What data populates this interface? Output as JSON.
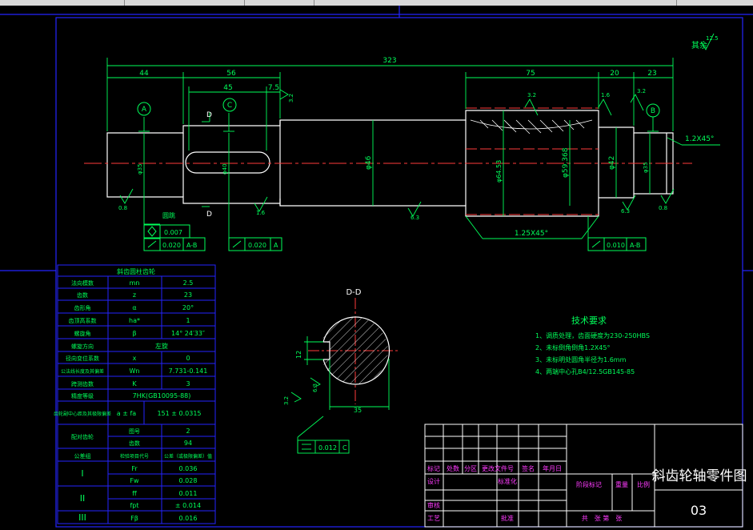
{
  "dims": {
    "overall": "323",
    "d44": "44",
    "d56": "56",
    "d45": "45",
    "d7_5": "7.5",
    "d75": "75",
    "d20": "20",
    "d23": "23",
    "dia_left": "φ35",
    "dia_key": "φ40",
    "dia_mid": "φ46",
    "dia_gear_tip": "φ64.53",
    "dia_gear_root": "φ59.368",
    "dia_right": "φ42",
    "dia_end": "φ35",
    "chamfer_right": "1.2X45°",
    "chamfer_gear": "1.25X45°",
    "rough_3_2_a": "3.2",
    "rough_3_2_b": "3.2",
    "rough_1_6": "1.6",
    "rough_3_2_c": "3.2",
    "rough_0_8_a": "0.8",
    "rough_1_6_b": "1.6",
    "rough_6_3_a": "6.3",
    "rough_6_3_b": "6.3",
    "rough_0_8_b": "0.8",
    "rest_label": "其余",
    "rest_value": "12.5",
    "circ_a": "A",
    "circ_c": "C",
    "circ_b": "B",
    "sec_d_top": "D",
    "sec_d_bot": "D"
  },
  "tolerances": {
    "runout_label": "圆跳",
    "runout_value": "0.007",
    "tol1_value": "0.020",
    "tol1_datum": "A-B",
    "tol2_value": "0.020",
    "tol2_datum": "A",
    "tol3_value": "0.010",
    "tol3_datum": "A-B"
  },
  "gear_table": {
    "title": "斜齿圆柱齿轮",
    "rows": [
      {
        "label": "法向模数",
        "sym": "mn",
        "val": "2.5"
      },
      {
        "label": "齿数",
        "sym": "z",
        "val": "23"
      },
      {
        "label": "齿形角",
        "sym": "α",
        "val": "20°"
      },
      {
        "label": "齿顶高系数",
        "sym": "ha*",
        "val": "1"
      },
      {
        "label": "螺旋角",
        "sym": "β",
        "val": "14° 24′33″"
      },
      {
        "label": "螺旋方向",
        "sym": "",
        "val": "左旋"
      },
      {
        "label": "径向变位系数",
        "sym": "x",
        "val": "0"
      },
      {
        "label": "公法线长度及其偏差",
        "sym": "Wn",
        "val": "7.731-0.141"
      },
      {
        "label": "跨测齿数",
        "sym": "K",
        "val": "3"
      },
      {
        "label": "精度等级",
        "sym": "",
        "val": "7HK(GB10095-88)"
      }
    ],
    "center_label": "齿轮副中心距及其极限偏差",
    "center_sym": "a ± fa",
    "center_val": "151 ± 0.0315",
    "pair_label": "配对齿轮",
    "pair_rows": [
      {
        "sym": "图号",
        "val": "2"
      },
      {
        "sym": "齿数",
        "val": "94"
      }
    ],
    "group_header": {
      "label": "公差组",
      "sym": "检验项目代号",
      "val": "公差（或极限偏差）值"
    },
    "groups": [
      {
        "name": "I",
        "rows": [
          {
            "sym": "Fr",
            "val": "0.036"
          },
          {
            "sym": "Fw",
            "val": "0.028"
          }
        ]
      },
      {
        "name": "II",
        "rows": [
          {
            "sym": "ff",
            "val": "0.011"
          },
          {
            "sym": "fpt",
            "val": "± 0.014"
          }
        ]
      },
      {
        "name": "III",
        "rows": [
          {
            "sym": "Fβ",
            "val": "0.016"
          }
        ]
      }
    ]
  },
  "section": {
    "title": "D-D",
    "dim_width": "12",
    "dim_depth": "35",
    "rough_a": "3.2",
    "rough_b": "6.3",
    "tol_value": "0.012",
    "tol_datum": "C"
  },
  "requirements": {
    "title": "技术要求",
    "items": [
      "1、调质处理，齿面硬度为230-250HBS",
      "2、未标倒角倒角1.2X45°",
      "3、未标明处圆角半径为1.6mm",
      "4、两端中心孔B4/12.5GB145-85"
    ]
  },
  "title_block": {
    "hdr": [
      "标记",
      "处数",
      "分区",
      "更改文件号",
      "签名",
      "年月日"
    ],
    "design": "设计",
    "standard": "标准化",
    "stage": "阶段标记",
    "weight": "重量",
    "scale": "比例",
    "review": "审核",
    "process": "工艺",
    "approve": "批准",
    "sheets": "共　张 第　张",
    "part_name": "斜齿轮轴零件图",
    "drawing_no": "03"
  }
}
